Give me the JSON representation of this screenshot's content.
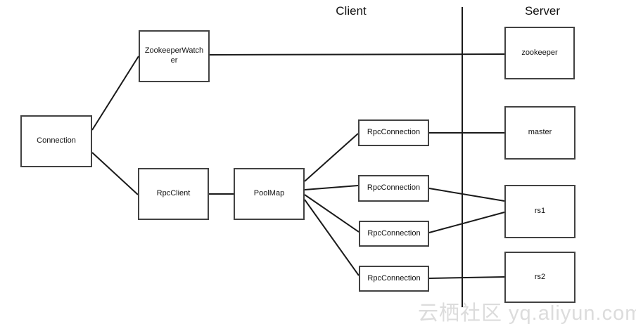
{
  "diagram": {
    "section_labels": {
      "client": "Client",
      "server": "Server"
    },
    "nodes": {
      "connection": {
        "label": "Connection"
      },
      "zookeeper_watcher": {
        "label": "ZookeeperWatcher"
      },
      "rpc_client": {
        "label": "RpcClient"
      },
      "pool_map": {
        "label": "PoolMap"
      },
      "rpc_connection_1": {
        "label": "RpcConnection"
      },
      "rpc_connection_2": {
        "label": "RpcConnection"
      },
      "rpc_connection_3": {
        "label": "RpcConnection"
      },
      "rpc_connection_4": {
        "label": "RpcConnection"
      },
      "zookeeper": {
        "label": "zookeeper"
      },
      "master": {
        "label": "master"
      },
      "rs1": {
        "label": "rs1"
      },
      "rs2": {
        "label": "rs2"
      }
    },
    "edges": [
      {
        "from": "connection",
        "to": "zookeeper_watcher"
      },
      {
        "from": "connection",
        "to": "rpc_client"
      },
      {
        "from": "zookeeper_watcher",
        "to": "zookeeper"
      },
      {
        "from": "rpc_client",
        "to": "pool_map"
      },
      {
        "from": "pool_map",
        "to": "rpc_connection_1"
      },
      {
        "from": "pool_map",
        "to": "rpc_connection_2"
      },
      {
        "from": "pool_map",
        "to": "rpc_connection_3"
      },
      {
        "from": "pool_map",
        "to": "rpc_connection_4"
      },
      {
        "from": "rpc_connection_1",
        "to": "master"
      },
      {
        "from": "rpc_connection_2",
        "to": "rs1"
      },
      {
        "from": "rpc_connection_3",
        "to": "rs1"
      },
      {
        "from": "rpc_connection_4",
        "to": "rs2"
      }
    ],
    "watermark": "云栖社区 yq.aliyun.com",
    "colors": {
      "box_border": "#424242",
      "line": "#1a1a1a",
      "watermark": "#dcdcdc",
      "background": "#ffffff"
    }
  }
}
